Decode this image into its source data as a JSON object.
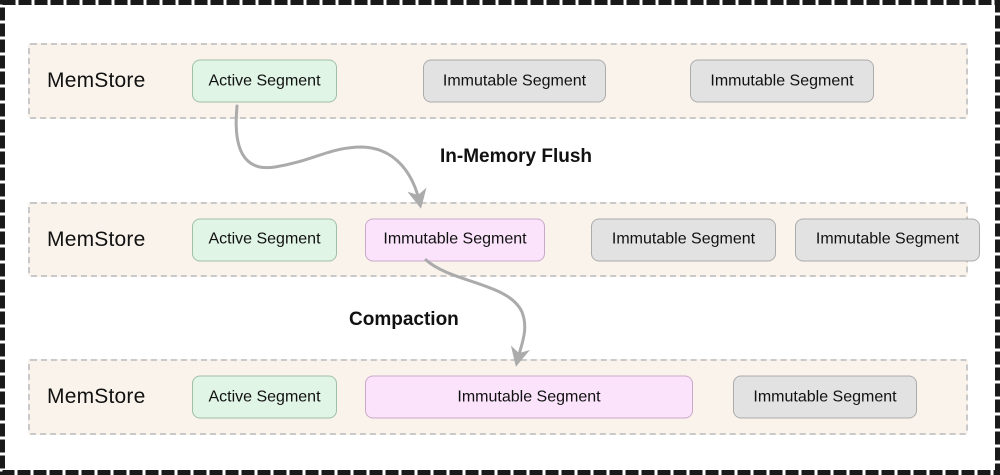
{
  "labels": {
    "flush": "In-Memory Flush",
    "compaction": "Compaction"
  },
  "rows": [
    {
      "label": "MemStore",
      "segments": [
        {
          "label": "Active Segment",
          "type": "active"
        },
        {
          "label": "Immutable Segment",
          "type": "immutable"
        },
        {
          "label": "Immutable Segment",
          "type": "immutable"
        }
      ]
    },
    {
      "label": "MemStore",
      "segments": [
        {
          "label": "Active Segment",
          "type": "active"
        },
        {
          "label": "Immutable Segment",
          "type": "flushed"
        },
        {
          "label": "Immutable Segment",
          "type": "immutable"
        },
        {
          "label": "Immutable Segment",
          "type": "immutable"
        }
      ]
    },
    {
      "label": "MemStore",
      "segments": [
        {
          "label": "Active Segment",
          "type": "active"
        },
        {
          "label": "Immutable Segment",
          "type": "flushed-merged"
        },
        {
          "label": "Immutable Segment",
          "type": "immutable"
        }
      ]
    }
  ],
  "colors": {
    "active-bg": "#e0f5e6",
    "active-border": "#9fbfa6",
    "immutable-bg": "#e2e2e2",
    "immutable-border": "#ababab",
    "flushed-bg": "#fbe3fb",
    "flushed-border": "#c9a8c9",
    "row-bg": "#faf3ec",
    "row-border": "#c9c9c9",
    "arrow": "#ababab",
    "frame": "#1a1a1a",
    "text": "#111111"
  }
}
